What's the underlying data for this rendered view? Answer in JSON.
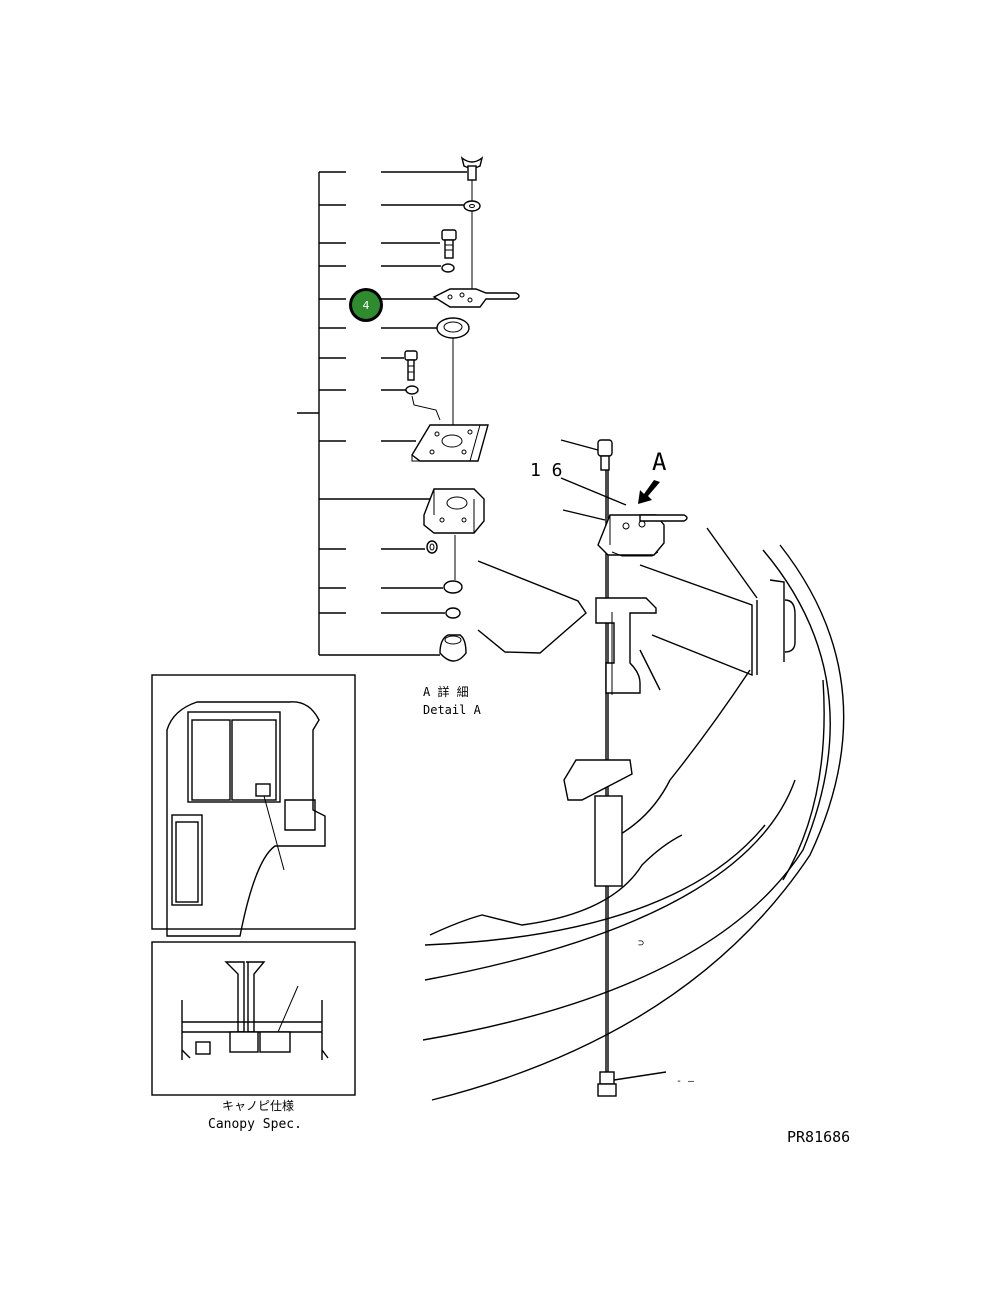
{
  "callout": {
    "number": "4",
    "fill": "#2e8b2e",
    "ring": "#000000"
  },
  "labels": {
    "item_16": "1 6",
    "view_arrow": "A",
    "detail_jp": "A 詳 細",
    "detail_en": "Detail A",
    "canopy_jp": "キャノピ仕様",
    "canopy_en": "Canopy Spec.",
    "drawing_no": "PR81686",
    "mark_right": "⊃",
    "mark_bottom": "- –"
  }
}
